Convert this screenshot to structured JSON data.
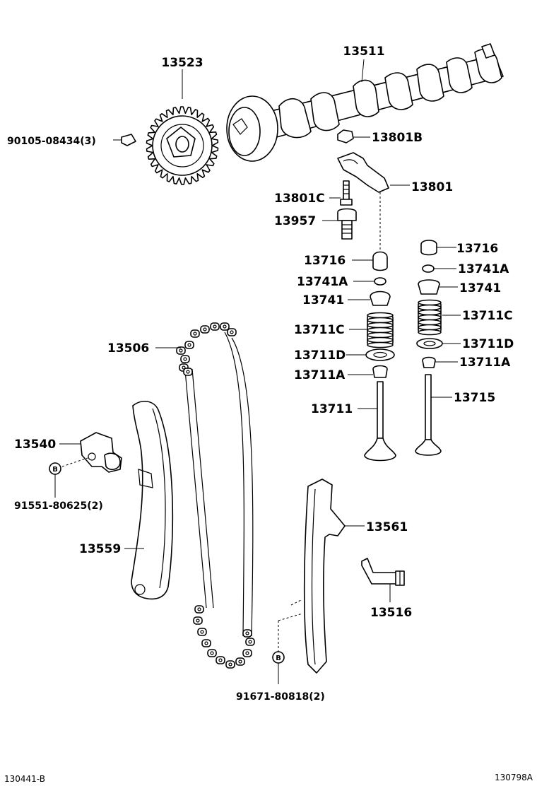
{
  "labels": {
    "l13523": "13523",
    "l13511": "13511",
    "l90105": "90105-08434(3)",
    "l13801B": "13801B",
    "l13801": "13801",
    "l13801C": "13801C",
    "l13957": "13957",
    "l13716a": "13716",
    "l13716b": "13716",
    "l13741Aa": "13741A",
    "l13741Ab": "13741A",
    "l13741a": "13741",
    "l13741b": "13741",
    "l13711Ca": "13711C",
    "l13711Cb": "13711C",
    "l13711Da": "13711D",
    "l13711Db": "13711D",
    "l13711Aa": "13711A",
    "l13711Ab": "13711A",
    "l13711": "13711",
    "l13715": "13715",
    "l13506": "13506",
    "l13540": "13540",
    "l91551": "91551-80625(2)",
    "l13559": "13559",
    "l13561": "13561",
    "l13516": "13516",
    "l91671": "91671-80818(2)"
  },
  "markers": {
    "b1": "B",
    "b2": "B"
  },
  "footer": {
    "left": "130441-B",
    "right": "130798A"
  }
}
